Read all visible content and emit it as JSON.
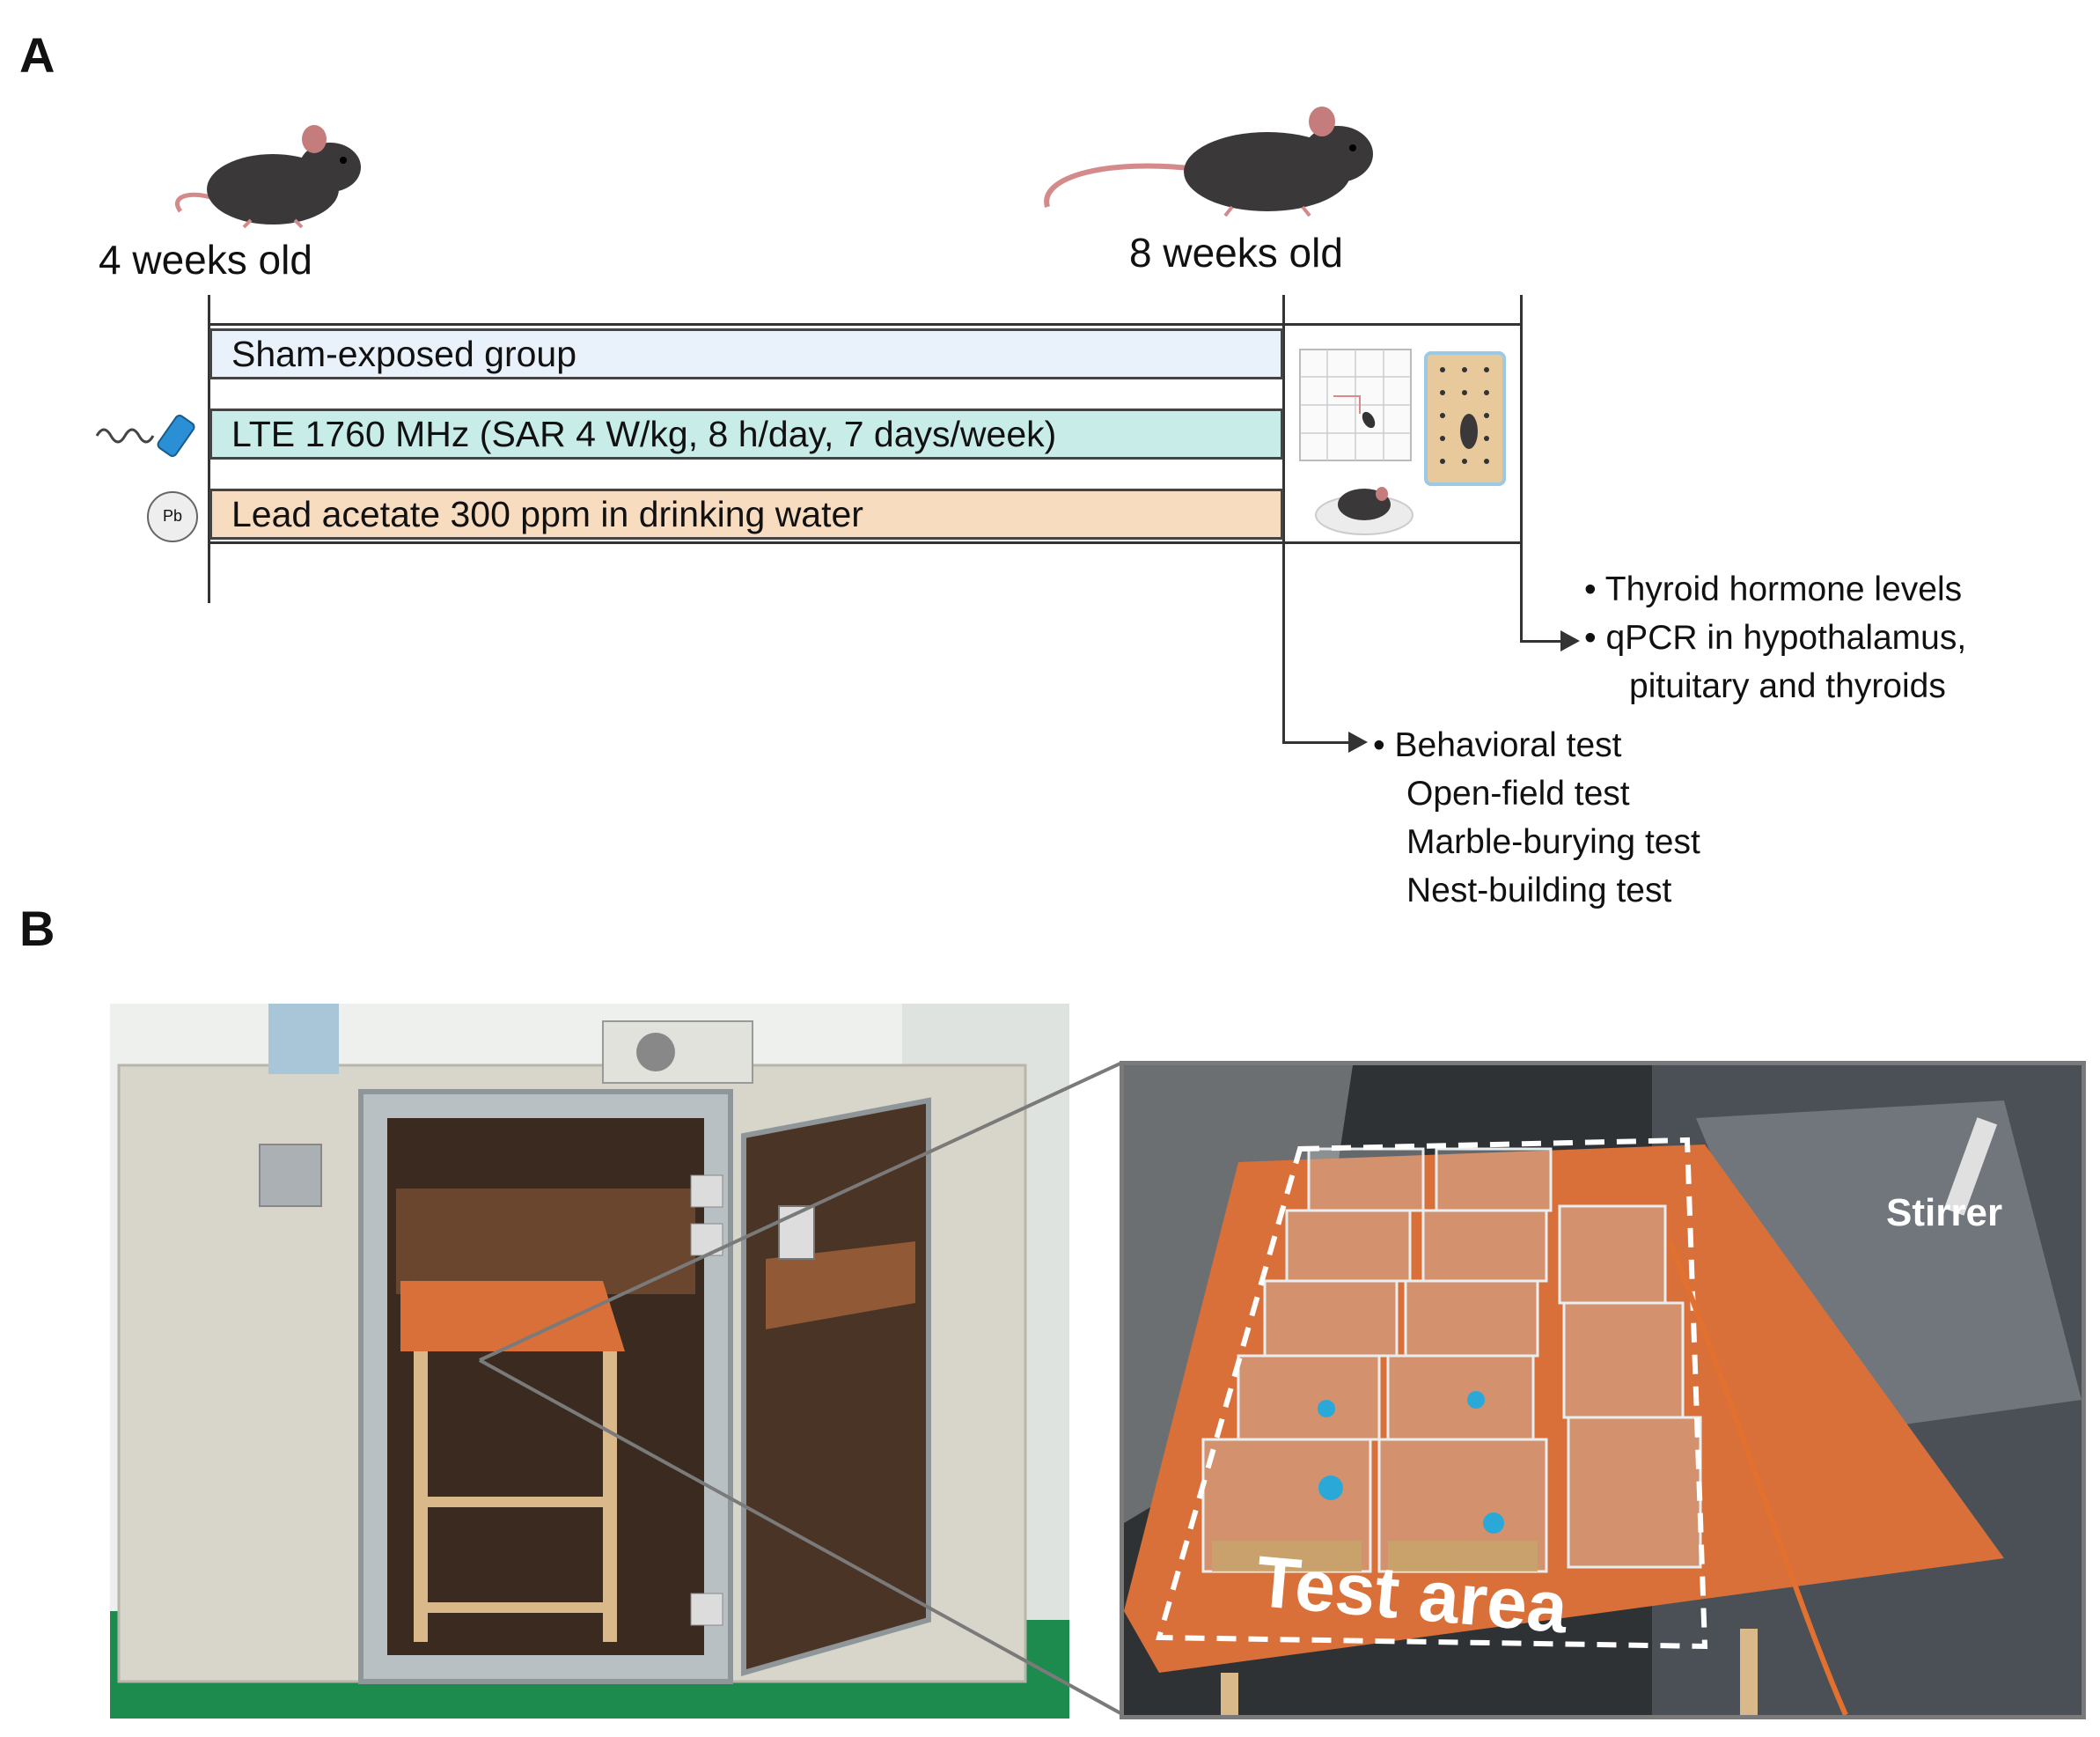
{
  "panel_a": {
    "letter": "A",
    "age_start": "4 weeks old",
    "age_end": "8 weeks old",
    "groups": [
      {
        "label": "Sham-exposed group",
        "color": "#e9f1fb"
      },
      {
        "label": "LTE 1760 MHz (SAR 4 W/kg, 8 h/day, 7 days/week)",
        "color": "#c8ece8"
      },
      {
        "label": "Lead acetate 300 ppm in drinking water",
        "color": "#f7dcc0"
      }
    ],
    "pb_badge": "Pb",
    "outcomes_end": [
      "• Thyroid hormone levels",
      "• qPCR in hypothalamus,",
      "pituitary and thyroids"
    ],
    "behavior_title": "• Behavioral test",
    "behavior_tests": [
      "Open-field test",
      "Marble-burying test",
      "Nest-building test"
    ]
  },
  "panel_b": {
    "letter": "B",
    "label_stirrer": "Stirrer",
    "label_test_area": "Test area",
    "colors": {
      "copper": "#d9703a",
      "chamber": "#d8d6cb",
      "floor": "#1d8a4e"
    }
  }
}
